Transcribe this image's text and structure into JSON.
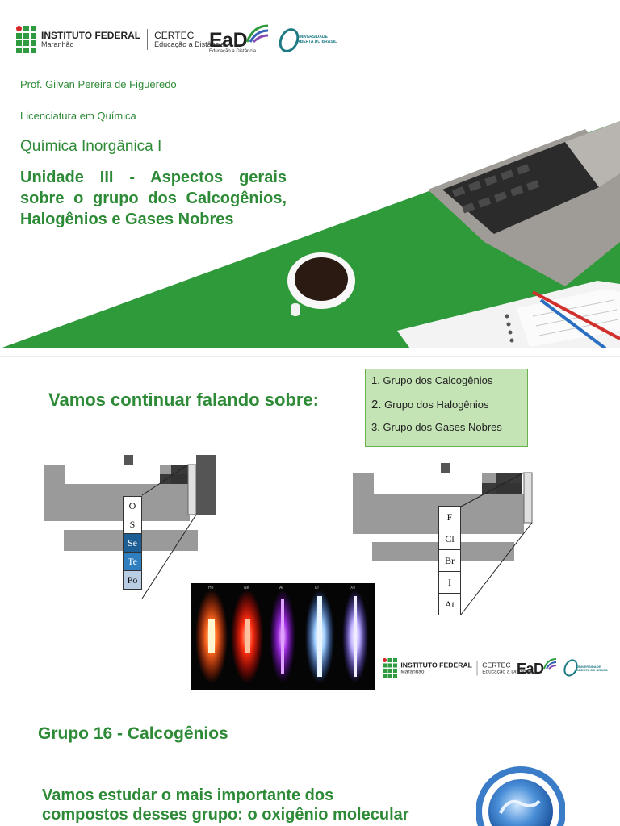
{
  "colors": {
    "green": "#2d8a36",
    "box_fill": "#c5e4b6",
    "cell_dark": "#1d5f94",
    "cell_mid": "#2f7fc0",
    "cell_light": "#b8cce4"
  },
  "logos": {
    "if_name": "INSTITUTO FEDERAL",
    "if_sub": "Maranhão",
    "certec": "CERTEC",
    "certec_sub": "Educação a Distância",
    "ead": "EaD",
    "ead_sub": "Educação a Distância",
    "uab_line1": "UNIVERSIDADE",
    "uab_line2": "ABERTA DO BRASIL"
  },
  "slide1": {
    "professor": "Prof. Gilvan Pereira de Figueredo",
    "course": "Licenciatura em Química",
    "discipline": "Química Inorgânica I",
    "unit": "Unidade III - Aspectos gerais sobre o grupo dos Calcogênios, Halogênios e Gases Nobres"
  },
  "slide2": {
    "title": "Vamos continuar falando sobre:",
    "list": [
      {
        "num": "1.",
        "text": "Grupo dos Calcogênios"
      },
      {
        "num": "2.",
        "text": "Grupo dos Halogênios"
      },
      {
        "num": "3.",
        "text": "Grupo dos Gases Nobres"
      }
    ],
    "chalcogens": [
      "O",
      "S",
      "Se",
      "Te",
      "Po"
    ],
    "halogens": [
      "F",
      "Cl",
      "Br",
      "I",
      "At"
    ],
    "tubes": [
      "He",
      "Ne",
      "Ar",
      "Kr",
      "Xe"
    ]
  },
  "slide3": {
    "title": "Grupo 16 - Calcogênios",
    "body_line1": "Vamos estudar o mais importante dos",
    "body_line2": "compostos desses grupo: o oxigênio molecular"
  }
}
